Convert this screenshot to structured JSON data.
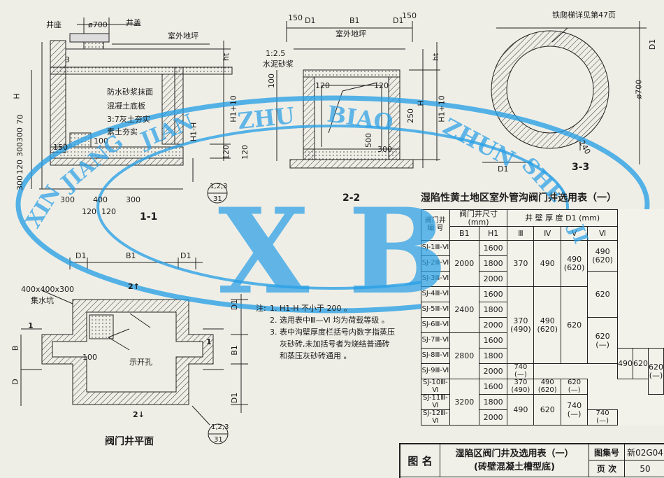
{
  "colors": {
    "watermark": "#28a0e6",
    "ink": "#1b1b1b",
    "paper": "#efeee6"
  },
  "section_1_1": {
    "label_manhole_seat": "井座",
    "label_cover": "井盖",
    "dia_opening": "ø700",
    "label_ground": "室外地坪",
    "layer_1": "防水砂浆抹面",
    "layer_2": "混凝土底板",
    "layer_3": "3:7灰土夯实",
    "layer_4": "素土夯实",
    "dim_h": "H",
    "dim_70": "70",
    "dim_300a": "300",
    "dim_300b": "300",
    "dim_120a": "120",
    "dim_300c": "300",
    "dim_150": "150",
    "dim_100": "100",
    "dim_h1h": "H1-H",
    "dim_h1_10": "H1+10",
    "dim_ht": "ht",
    "dim_120b": "120",
    "dim_3": "3",
    "bottom_300a": "300",
    "bottom_400": "400",
    "bottom_300b": "300",
    "bottom_120a": "120",
    "bottom_120b": "120",
    "ref_top": "1,2,3",
    "ref_bottom": "31",
    "title": "1-1"
  },
  "section_2_2": {
    "dim_150a": "150",
    "dim_d1a": "D1",
    "dim_b1": "B1",
    "dim_d1b": "D1",
    "dim_150b": "150",
    "label_ground": "室外地坪",
    "label_mortar_1": "1:2.5",
    "label_mortar_2": "水泥砂浆",
    "dim_100": "100",
    "dim_120a": "120",
    "dim_120b": "120",
    "dim_120c": "120",
    "dim_250": "250",
    "dim_500": "500",
    "dim_300": "300",
    "dim_h": "H",
    "dim_h1_10": "H1+10",
    "dim_ht": "ht",
    "title": "2-2"
  },
  "section_3_3": {
    "note": "铁爬梯详见第47页",
    "dim_d1": "D1",
    "dia": "ø700",
    "dim_240": "240",
    "dim_d1b": "D1",
    "title": "3-3"
  },
  "plan": {
    "dim_d1a": "D1",
    "dim_b1": "B1",
    "dim_d1b": "D1",
    "sump": "400x400x300",
    "sump_label": "集水坑",
    "section_mark_top": "2↑",
    "section_mark_bottom": "2↓",
    "mark_1_left": "1",
    "mark_1_right": "1",
    "dim_100": "100",
    "opening_label": "示开孔",
    "dim_d_left": "D",
    "dim_d_right_a": "D1",
    "dim_b1_side": "B1",
    "dim_d_right_b": "D1",
    "dim_b": "B",
    "ref_top": "1,2,3",
    "ref_bottom": "31",
    "title": "阀门井平面"
  },
  "notes": {
    "heading": "注:",
    "items": [
      "1. H1-H 不小于 200 。",
      "2. 选用表中Ⅲ—Ⅵ 均为荷载等级 。",
      "3. 表中沟壁厚度栏括号内数字指蒸压",
      "灰砂砖,未加括号者为烧结普通砖",
      "和蒸压灰砂砖通用 。"
    ]
  },
  "selection_table": {
    "title": "湿陷性黄土地区室外管沟阀门井选用表（一）",
    "header_col0_a": "阀门井",
    "header_col0_b": "编 号",
    "header_size": "阀门井尺寸(mm)",
    "header_wall": "井 壁 厚 度 D1 (mm)",
    "header_b1": "B1",
    "header_h1": "H1",
    "header_l3": "Ⅲ",
    "header_l4": "Ⅳ",
    "header_l5": "Ⅴ",
    "header_l6": "Ⅵ",
    "rows": [
      {
        "code": "SJ-1Ⅲ-Ⅵ",
        "h1": "1600"
      },
      {
        "code": "SJ-2Ⅲ-Ⅵ",
        "h1": "1800"
      },
      {
        "code": "SJ-3Ⅲ-Ⅵ",
        "h1": "2000"
      },
      {
        "code": "SJ-4Ⅲ-Ⅵ",
        "h1": "1600"
      },
      {
        "code": "SJ-5Ⅲ-Ⅵ",
        "h1": "1800"
      },
      {
        "code": "SJ-6Ⅲ-Ⅵ",
        "h1": "2000"
      },
      {
        "code": "SJ-7Ⅲ-Ⅵ",
        "h1": "1600"
      },
      {
        "code": "SJ-8Ⅲ-Ⅵ",
        "h1": "1800"
      },
      {
        "code": "SJ-9Ⅲ-Ⅵ",
        "h1": "2000"
      },
      {
        "code": "SJ-10Ⅲ-Ⅵ",
        "h1": "1600"
      },
      {
        "code": "SJ-11Ⅲ-Ⅵ",
        "h1": "1800"
      },
      {
        "code": "SJ-12Ⅲ-Ⅵ",
        "h1": "2000"
      }
    ],
    "b1_groups": [
      "2000",
      "2400",
      "2800",
      "3200"
    ],
    "g1_l3": "370",
    "g1_l4": "490",
    "g1_l5": "490\n(620)",
    "g1_l6_a": "490\n(620)",
    "g2_l3_a": "370\n(490)",
    "g2_l4_a": "490\n(620)",
    "g2_l5": "620",
    "g2_l6_a": "620",
    "g2_l6_b": "620\n(—)",
    "g3_l3": "490",
    "g3_l4": "620",
    "g3_l6_a": "740\n(—)",
    "g4_l3_a": "370\n(490)",
    "g4_l4_a": "490\n(620)",
    "g4_l5_a": "620\n(—)",
    "g4_l6_a": "620\n(—)",
    "g4_l3_b": "490",
    "g4_l4_b": "620",
    "g4_l5_b": "740\n(—)",
    "g4_l6_b": "740\n(—)"
  },
  "title_block": {
    "label_name": "图 名",
    "name_line1": "湿陷区阀门井及选用表（一）",
    "name_line2": "(砖壁混凝土槽型底)",
    "label_atlas": "图集号",
    "atlas_no": "新02G04",
    "label_page": "页 次",
    "page_no": "50"
  },
  "watermark": {
    "big_left": "X",
    "big_right": "B",
    "ring_text": [
      "XIN",
      "JIANG",
      "JIAN",
      "ZHU",
      "BIAO",
      "ZHUN",
      "SHE",
      "JI"
    ]
  }
}
